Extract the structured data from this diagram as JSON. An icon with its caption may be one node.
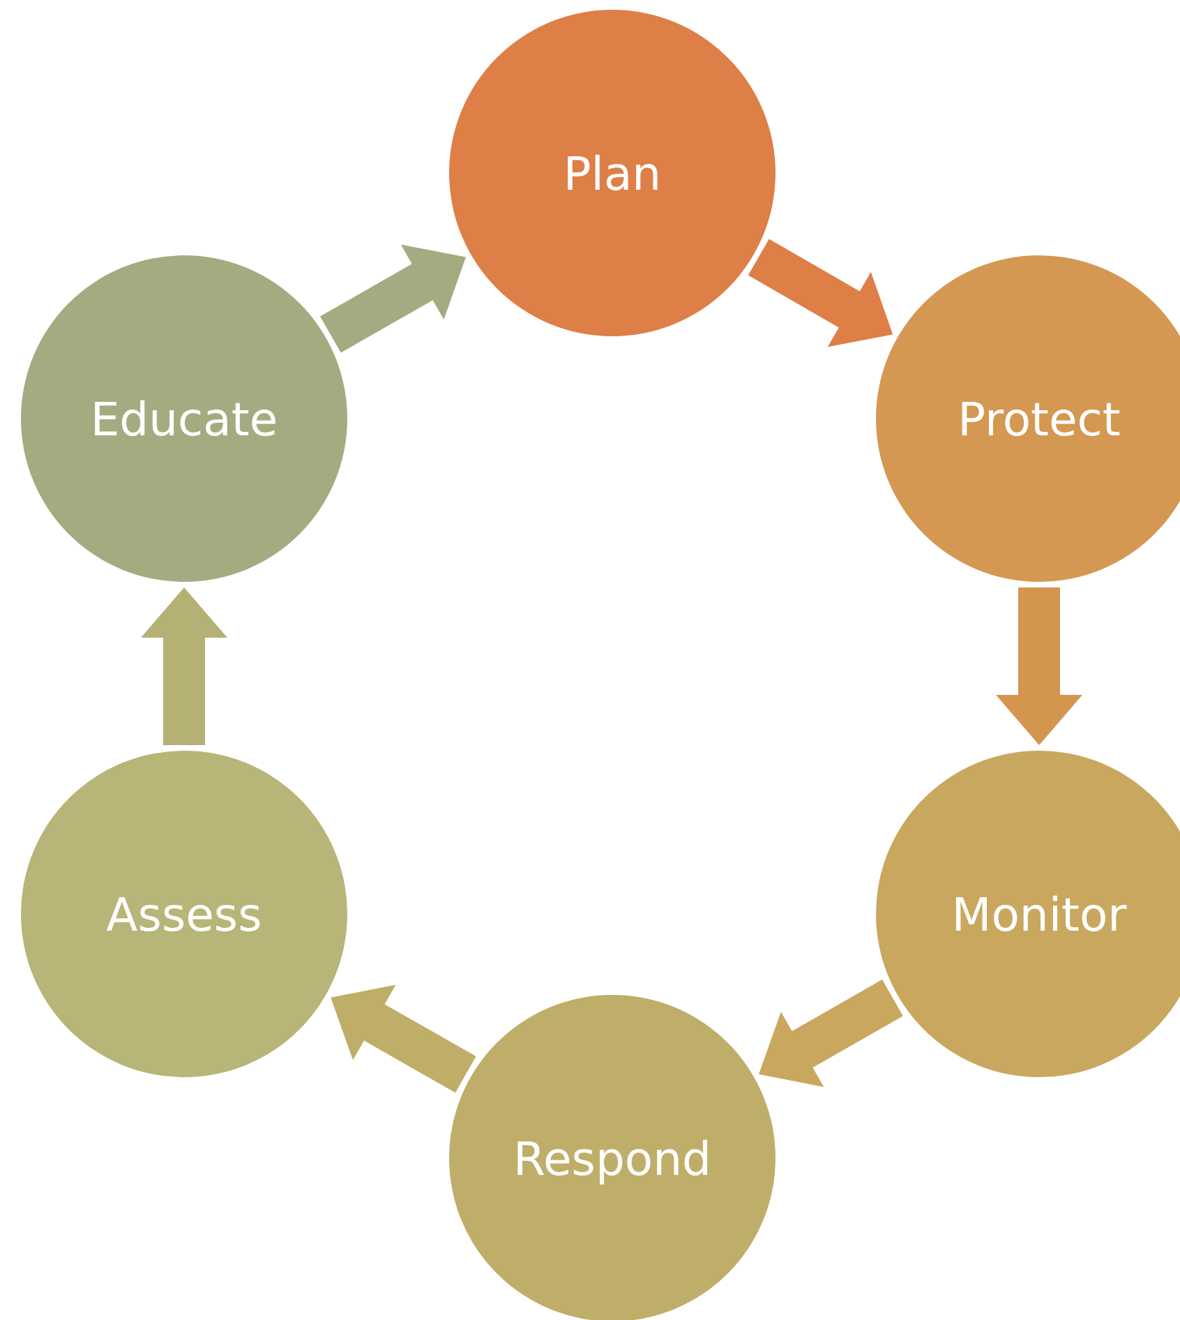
{
  "diagram": {
    "nodes": [
      {
        "text": [
          "Plan"
        ]
      },
      {
        "text": [
          "Protect"
        ]
      },
      {
        "text": [
          "Monitor"
        ]
      },
      {
        "text": [
          "Respond"
        ]
      },
      {
        "text": [
          "Assess"
        ]
      },
      {
        "text": [
          "Educate"
        ]
      }
    ],
    "edges": [
      {
        "from": 0,
        "to": 1,
        "arrow": "to",
        "color": "#de7f47"
      },
      {
        "from": 1,
        "to": 2,
        "arrow": "to",
        "color": "#d4954f"
      },
      {
        "from": 2,
        "to": 3,
        "arrow": "to",
        "color": "#c9a75e"
      },
      {
        "from": 3,
        "to": 4,
        "arrow": "to",
        "color": "#bfae68"
      },
      {
        "from": 4,
        "to": 5,
        "arrow": "to",
        "color": "#b5b174"
      },
      {
        "from": 5,
        "to": 0,
        "arrow": "to",
        "color": "#a3ab80"
      }
    ]
  }
}
